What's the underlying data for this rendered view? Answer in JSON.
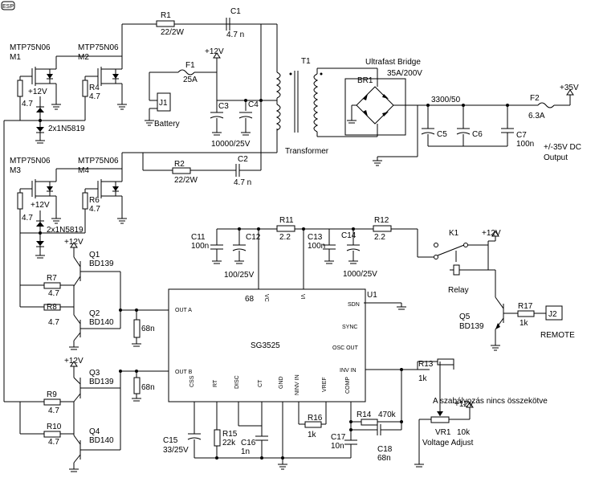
{
  "logo": "ESP",
  "mosfets": {
    "m1": {
      "part": "MTP75N06",
      "ref": "M1"
    },
    "m2": {
      "part": "MTP75N06",
      "ref": "M2"
    },
    "m3": {
      "part": "MTP75N06",
      "ref": "M3"
    },
    "m4": {
      "part": "MTP75N06",
      "ref": "M4"
    }
  },
  "resistors": {
    "r1": {
      "ref": "R1",
      "value": "22/2W"
    },
    "r2": {
      "ref": "R2",
      "value": "22/2W"
    },
    "r3": {
      "value": "4.7"
    },
    "r4": {
      "ref": "R4",
      "value": "4.7"
    },
    "r5": {
      "value": "4.7"
    },
    "r6": {
      "ref": "R6",
      "value": "4.7"
    },
    "r7": {
      "ref": "R7",
      "value": "4.7"
    },
    "r8": {
      "ref": "R8",
      "value": "4.7"
    },
    "r9": {
      "ref": "R9",
      "value": "4.7"
    },
    "r10": {
      "ref": "R10",
      "value": "4.7"
    },
    "r11": {
      "ref": "R11",
      "value": "2.2"
    },
    "r12": {
      "ref": "R12",
      "value": "2.2"
    },
    "r13": {
      "ref": "R13",
      "value": "1k"
    },
    "r14": {
      "ref": "R14",
      "value": "470k"
    },
    "r15": {
      "ref": "R15",
      "value": "22k"
    },
    "r16": {
      "ref": "R16",
      "value": "1k"
    },
    "r17": {
      "ref": "R17",
      "value": "1k"
    },
    "r68a": {
      "value": "68n"
    },
    "r68b": {
      "value": "68n"
    }
  },
  "capacitors": {
    "c1": {
      "ref": "C1",
      "value": "4.7 n"
    },
    "c2": {
      "ref": "C2",
      "value": "4.7 n"
    },
    "c3": {
      "ref": "C3"
    },
    "c4": {
      "ref": "C4"
    },
    "c34_value": "10000/25V",
    "c5": {
      "ref": "C5"
    },
    "c6": {
      "ref": "C6"
    },
    "c56_value": "3300/50",
    "c7": {
      "ref": "C7",
      "value": "100n"
    },
    "c11": {
      "ref": "C11",
      "value": "100n"
    },
    "c12": {
      "ref": "C12"
    },
    "c12_value": "100/25V",
    "c13": {
      "ref": "C13",
      "value": "100n"
    },
    "c14": {
      "ref": "C14"
    },
    "c14_value": "1000/25V",
    "c15": {
      "ref": "C15",
      "value": "33/25V"
    },
    "c16": {
      "ref": "C16",
      "value": "1n"
    },
    "c17": {
      "ref": "C17",
      "value": "10n"
    },
    "c18": {
      "ref": "C18",
      "value": "68n"
    }
  },
  "diodes": {
    "d12": "2x1N5819",
    "d34": "2x1N5819"
  },
  "transistors": {
    "q1": {
      "ref": "Q1",
      "part": "BD139"
    },
    "q2": {
      "ref": "Q2",
      "part": "BD140"
    },
    "q3": {
      "ref": "Q3",
      "part": "BD139"
    },
    "q4": {
      "ref": "Q4",
      "part": "BD140"
    },
    "q5": {
      "ref": "Q5",
      "part": "BD139"
    }
  },
  "fuses": {
    "f1": {
      "ref": "F1",
      "value": "25A"
    },
    "f2": {
      "ref": "F2",
      "value": "6.3A"
    }
  },
  "supply": {
    "v12": "+12V",
    "v35": "+35V"
  },
  "connectors": {
    "j1": "J1",
    "j1_label": "Battery",
    "j2": "J2",
    "j2_label": "REMOTE"
  },
  "transformer": {
    "ref": "T1",
    "label": "Transformer"
  },
  "bridge": {
    "title": "Ultrafast Bridge",
    "rating": "35A/200V",
    "ref": "BR1"
  },
  "output": {
    "line1": "+/-35V DC",
    "line2": "Output"
  },
  "relay": {
    "ref": "K1",
    "label": "Relay"
  },
  "pot": {
    "ref": "VR1",
    "value": "10k",
    "label": "Voltage Adjust"
  },
  "annotation": "A szabályozás nincs összekötve",
  "ic": {
    "ref": "U1",
    "name": "SG3525",
    "pins_top": {
      "vc": "VC",
      "vi": "VI"
    },
    "pin_13": "68",
    "pins_left": {
      "outa": "OUT A",
      "outb": "OUT B"
    },
    "pins_right": {
      "sdn": "SDN",
      "sync": "SYNC",
      "oscout": "OSC OUT",
      "invin": "INV IN"
    },
    "pins_bottom": {
      "css": "CSS",
      "rt": "RT",
      "disc": "DISC",
      "ct": "CT",
      "gnd": "GND",
      "ninv": "NINV IN",
      "vref": "VREF",
      "comp": "COMP"
    }
  }
}
